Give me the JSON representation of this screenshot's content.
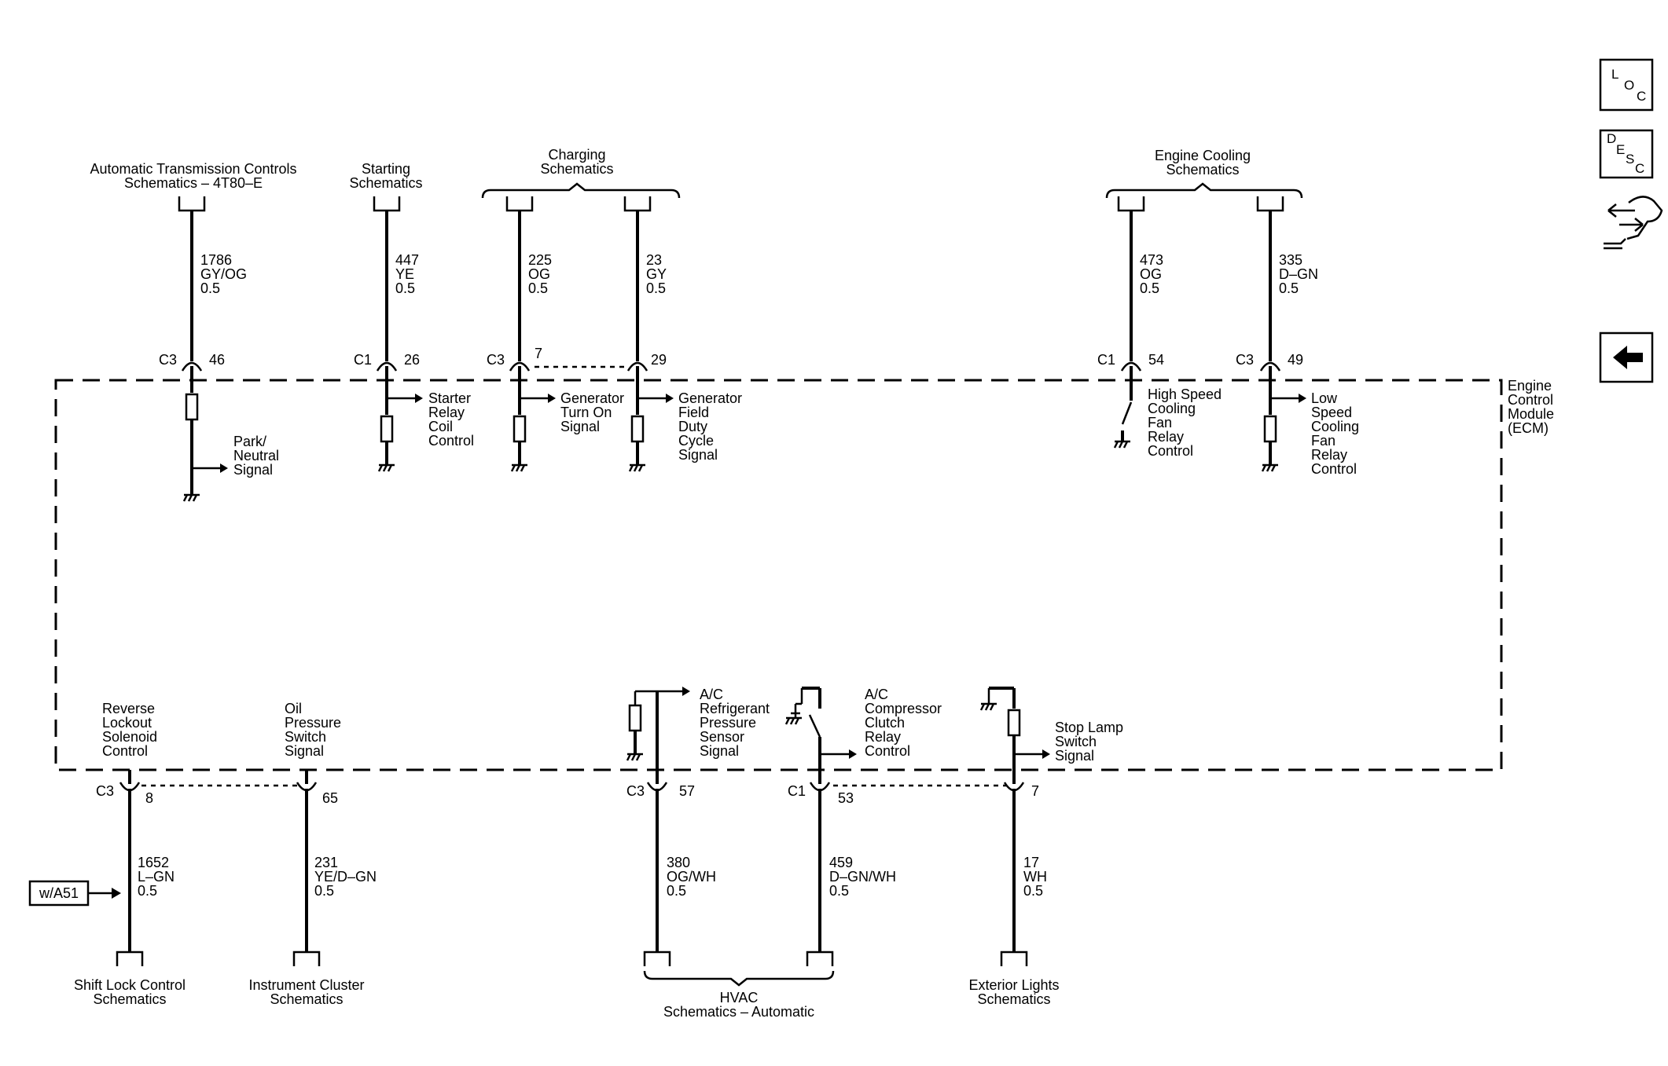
{
  "module_label": [
    "Engine",
    "Control",
    "Module",
    "(ECM)"
  ],
  "top_refs": {
    "atc": [
      "Automatic Transmission Controls",
      "Schematics – 4T80–E"
    ],
    "starting": [
      "Starting",
      "Schematics"
    ],
    "charging": [
      "Charging",
      "Schematics"
    ],
    "cooling": [
      "Engine Cooling",
      "Schematics"
    ]
  },
  "bottom_refs": {
    "shift_lock": [
      "Shift Lock Control",
      "Schematics"
    ],
    "cluster": [
      "Instrument Cluster",
      "Schematics"
    ],
    "hvac": [
      "HVAC",
      "Schematics – Automatic"
    ],
    "ext_lights": [
      "Exterior Lights",
      "Schematics"
    ]
  },
  "top_wires": [
    {
      "id": "w1786",
      "circuit": "1786",
      "color": "GY/OG",
      "gauge": "0.5",
      "connector": "C3",
      "pin": "46",
      "signal": [
        "Park/",
        "Neutral",
        "Signal"
      ]
    },
    {
      "id": "w447",
      "circuit": "447",
      "color": "YE",
      "gauge": "0.5",
      "connector": "C1",
      "pin": "26",
      "signal": [
        "Starter",
        "Relay",
        "Coil",
        "Control"
      ]
    },
    {
      "id": "w225",
      "circuit": "225",
      "color": "OG",
      "gauge": "0.5",
      "connector": "C3",
      "pin": "7",
      "signal": [
        "Generator",
        "Turn On",
        "Signal"
      ]
    },
    {
      "id": "w23",
      "circuit": "23",
      "color": "GY",
      "gauge": "0.5",
      "connector": "",
      "pin": "29",
      "signal": [
        "Generator",
        "Field",
        "Duty",
        "Cycle",
        "Signal"
      ]
    },
    {
      "id": "w473",
      "circuit": "473",
      "color": "OG",
      "gauge": "0.5",
      "connector": "C1",
      "pin": "54",
      "signal": [
        "High Speed",
        "Cooling",
        "Fan",
        "Relay",
        "Control"
      ]
    },
    {
      "id": "w335",
      "circuit": "335",
      "color": "D–GN",
      "gauge": "0.5",
      "connector": "C3",
      "pin": "49",
      "signal": [
        "Low",
        "Speed",
        "Cooling",
        "Fan",
        "Relay",
        "Control"
      ]
    }
  ],
  "bottom_wires": [
    {
      "id": "w1652",
      "circuit": "1652",
      "color": "L–GN",
      "gauge": "0.5",
      "connector": "C3",
      "pin": "8",
      "signal": [
        "Reverse",
        "Lockout",
        "Solenoid",
        "Control"
      ]
    },
    {
      "id": "w231",
      "circuit": "231",
      "color": "YE/D–GN",
      "gauge": "0.5",
      "connector": "",
      "pin": "65",
      "signal": [
        "Oil",
        "Pressure",
        "Switch",
        "Signal"
      ]
    },
    {
      "id": "w380",
      "circuit": "380",
      "color": "OG/WH",
      "gauge": "0.5",
      "connector": "C3",
      "pin": "57",
      "signal": [
        "A/C",
        "Refrigerant",
        "Pressure",
        "Sensor",
        "Signal"
      ]
    },
    {
      "id": "w459",
      "circuit": "459",
      "color": "D–GN/WH",
      "gauge": "0.5",
      "connector": "C1",
      "pin": "53",
      "signal": [
        "A/C",
        "Compressor",
        "Clutch",
        "Relay",
        "Control"
      ]
    },
    {
      "id": "w17",
      "circuit": "17",
      "color": "WH",
      "gauge": "0.5",
      "connector": "",
      "pin": "7",
      "signal": [
        "Stop Lamp",
        "Switch",
        "Signal"
      ]
    }
  ],
  "option_box": "w/A51",
  "side_buttons": {
    "loc": [
      "L",
      "O",
      "C"
    ],
    "desc": [
      "D",
      "E",
      "S",
      "C"
    ],
    "repair_icon": "wrench-arrows-icon",
    "back_icon": "back-arrow-icon"
  }
}
